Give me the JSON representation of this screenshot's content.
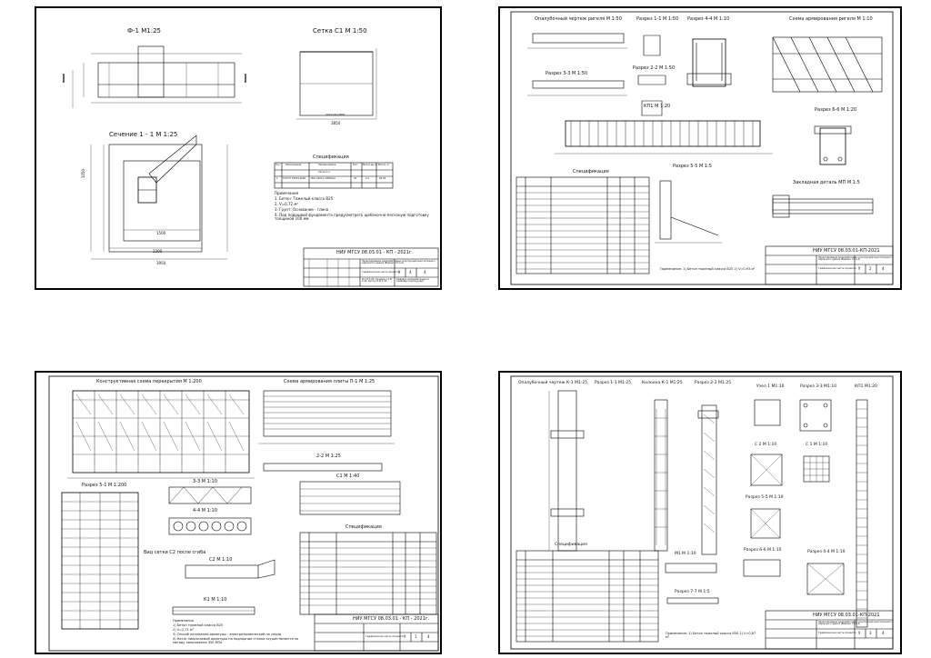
{
  "sheet1": {
    "fundament_title": "Ф-1 М1:25",
    "setka_title": "Сетка С1 М 1:50",
    "section_title": "Сечение 1 - 1 М 1:25",
    "spec_title": "Спецификация",
    "spec_headers": [
      "Поз.",
      "Обозначение",
      "Наименование",
      "Кол.",
      "Масса ед.,кг",
      "Масса, кг"
    ],
    "spec_rows": [
      [
        "",
        "",
        "Сетка С-1",
        "",
        "",
        ""
      ],
      [
        "1",
        "ГОСТ Р 52544-2006",
        "Ø10 А500 L=3850мм",
        "40",
        "2,4",
        "95,04"
      ]
    ],
    "notes": [
      "Примечания",
      "1. Бетон: Тяжелый класса В25",
      "2. V=0,72 м³",
      "3. Грунт: Основание - глина",
      "4. Под подошвой фундамента предусмотреть щебеночно-песчаную подготовку толщиной 100 мм"
    ],
    "stamp_code": "НИУ МГСУ 08.03.01 - КП - 2021г.",
    "stamp_desc": "Проектирование железобетонных конструкций многоэтажного каркасного здания (Вариант 15-А-4)",
    "stamp_stage": "Графическая часть проекта",
    "stamp_sheet": "Ф-1 М 1:25, Сечение 1-1 М 1:25, Сетка С1 М 1:50",
    "stamp_org": "Кафедра железобетонных и каменных конструкций",
    "stamp_nums": [
      "У",
      "4",
      "4"
    ],
    "dims": {
      "d1": "1050",
      "d2": "900",
      "d3": "3950",
      "d4": "2300",
      "d5": "1500",
      "d6": "3850",
      "d7": "200х19=3800",
      "d8": "25",
      "d9": "3850"
    }
  },
  "sheet2": {
    "t1": "Опалубочный чертеж ригеля М 1:50",
    "t2": "Разрез 1-1 М 1:50",
    "t3": "Разрез 4-4 М 1:10",
    "t4": "Схема армирования ригеля М 1:10",
    "t5": "Разрез 2-2 М 1:50",
    "t6": "Разрез 3-3 М 1:50",
    "t7": "КП1 М 1:20",
    "t8": "Разрез 6-6 М 1:20",
    "t9": "Разрез 5-5 М 1:5",
    "t10": "Закладная деталь МП М 1:5",
    "spec_title": "Спецификация",
    "note": "Примечание: 1) Бетон тяжелый класса В25 2) V=0,93 м³",
    "stamp_code": "НИУ МГСУ 08.03.01-КП-2021",
    "stamp_desc": "Проектирование железобетонных конструкций многоэтажного каркасного здания (Вариант 15-А-4)",
    "stamp_stage": "Графическая часть проекта",
    "stamp_nums": [
      "У",
      "2",
      "4"
    ]
  },
  "sheet3": {
    "t1": "Конструктивная схема перекрытия М 1:200",
    "t2": "Схема армирования плиты П-1 М 1:25",
    "t3": "Разрез 5-1 М 1:200",
    "t4": "3-3 М 1:10",
    "t5": "2-2 М 1:25",
    "t6": "4-4 М 1:10",
    "t7": "С1 М 1:40",
    "t8": "Вид сетки С2 после сгиба",
    "t9": "С2 М 1:10",
    "t10": "К1 М 1:10",
    "spec_title": "Спецификация",
    "notes": [
      "Примечания",
      "1) Бетон тяжелый класса В25",
      "2) V=2,71 м³",
      "3) Способ натяжения арматуры - электротермический на упоры",
      "4) Натяг напрягаемой арматуры на подпорные стенки осуществляется по методу напряжения 350 МПа"
    ],
    "stamp_code": "НИУ МГСУ 08.03.01 - КП - 2021г.",
    "stamp_stage": "Графическая часть проекта",
    "stamp_nums": [
      "У",
      "1",
      "4"
    ]
  },
  "sheet4": {
    "t1": "Опалубочный чертеж К-1 М1:25",
    "t2": "Разрез 1-1 М1:25",
    "t3": "Колонна К-1 М1:25",
    "t4": "Разрез 2-2 М1:25",
    "t5": "Узел 1 М1:10",
    "t6": "Разрез 3-3 М1:10",
    "t7": "КП1 М1:20",
    "t8": "С 1 М 1:10",
    "t9": "С 2 М 1:10",
    "t10": "Разрез 5-5 М 1:10",
    "t11": "Разрез 6-6 М 1:10",
    "t12": "Разрез 4-4 М 1:10",
    "t13": "М1 М 1:10",
    "t14": "Разрез 7-7 М 1:5",
    "spec_title": "Спецификация",
    "note": "Примечание: 1) Бетон тяжелый класса В50 2) V=0,87 м³",
    "stamp_code": "НИУ МГСУ 08.03.01-КП-2021",
    "stamp_desc": "Проектирование железобетонных конструкций многоэтажного каркасного здания (Вариант 15-А-4)",
    "stamp_stage": "Графическая часть проекта",
    "stamp_nums": [
      "У",
      "3",
      "4"
    ]
  }
}
